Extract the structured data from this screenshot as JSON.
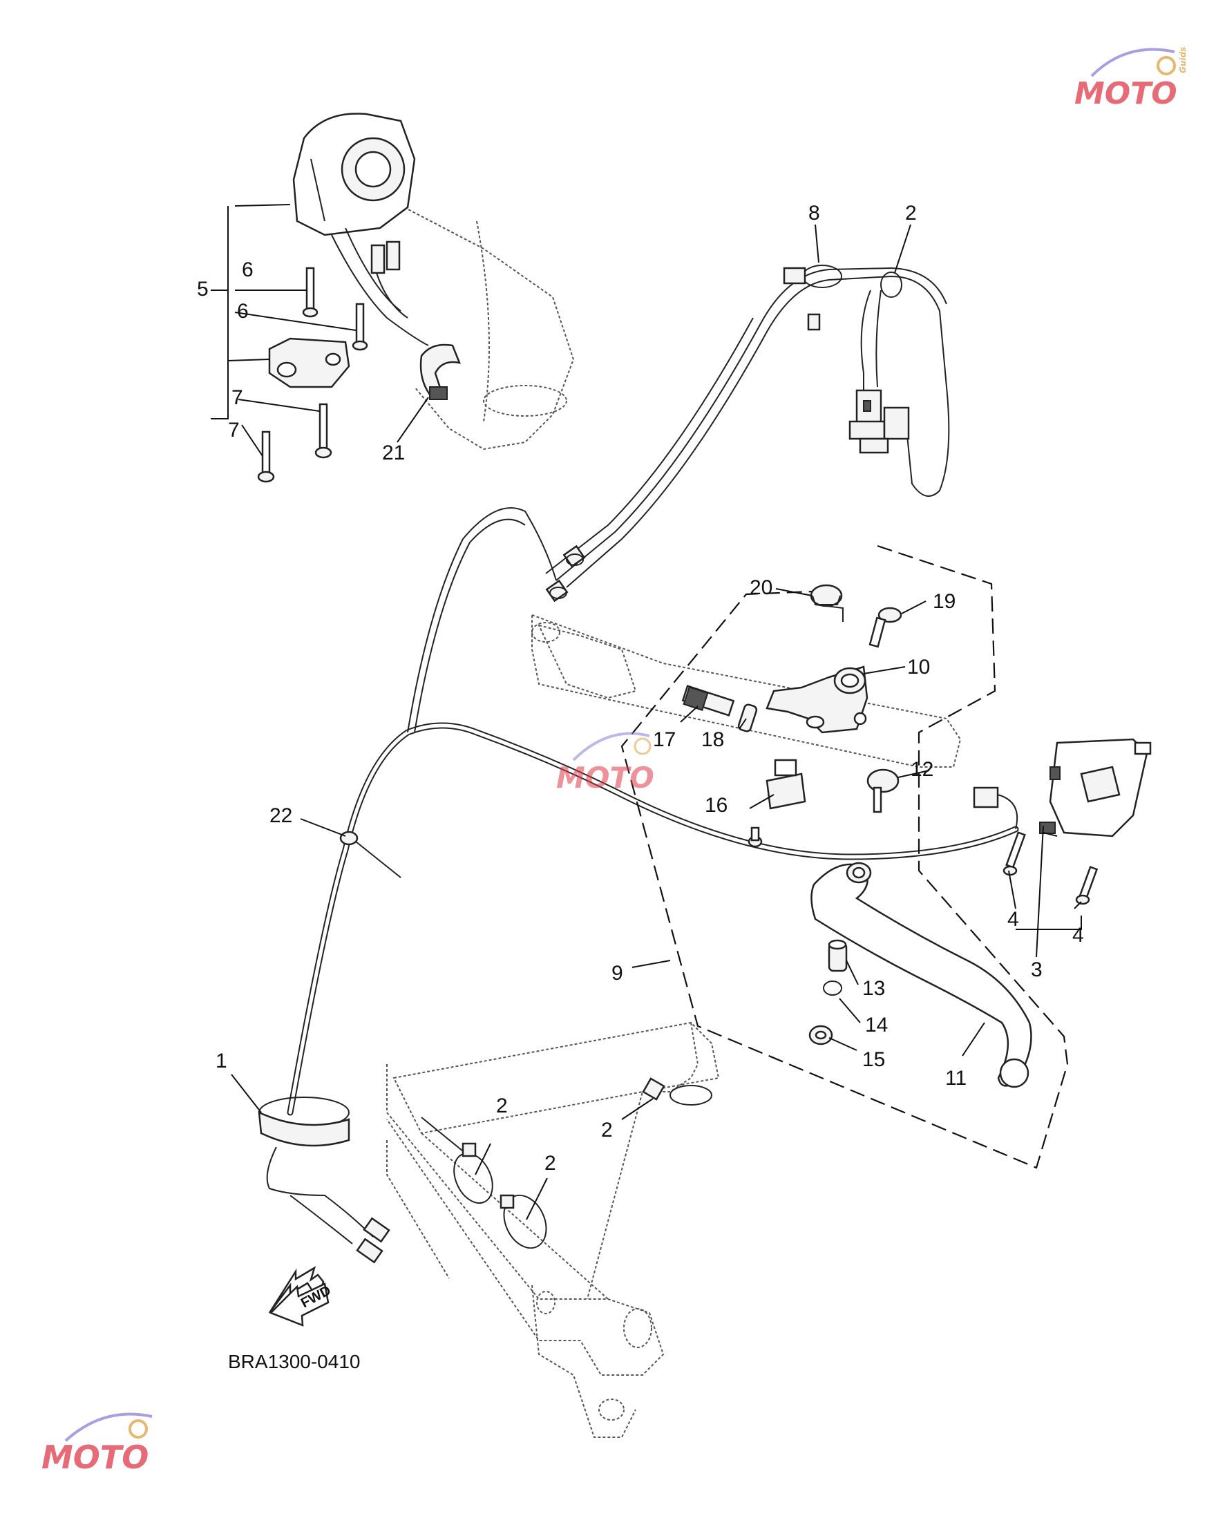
{
  "diagram_code": "BRA1300-0410",
  "fwd_label": "FWD",
  "watermark": {
    "text": "MOTO",
    "sub": "Guids",
    "color_main": "#e03a4a",
    "color_accent": "#8a7fd6"
  },
  "callouts": [
    {
      "id": "c1",
      "text": "1"
    },
    {
      "id": "c2a",
      "text": "2"
    },
    {
      "id": "c2b",
      "text": "2"
    },
    {
      "id": "c2c",
      "text": "2"
    },
    {
      "id": "c2d",
      "text": "2"
    },
    {
      "id": "c3",
      "text": "3"
    },
    {
      "id": "c4a",
      "text": "4"
    },
    {
      "id": "c4b",
      "text": "4"
    },
    {
      "id": "c5",
      "text": "5"
    },
    {
      "id": "c6a",
      "text": "6"
    },
    {
      "id": "c6b",
      "text": "6"
    },
    {
      "id": "c7a",
      "text": "7"
    },
    {
      "id": "c7b",
      "text": "7"
    },
    {
      "id": "c8",
      "text": "8"
    },
    {
      "id": "c9",
      "text": "9"
    },
    {
      "id": "c10",
      "text": "10"
    },
    {
      "id": "c11",
      "text": "11"
    },
    {
      "id": "c12",
      "text": "12"
    },
    {
      "id": "c13",
      "text": "13"
    },
    {
      "id": "c14",
      "text": "14"
    },
    {
      "id": "c15",
      "text": "15"
    },
    {
      "id": "c16",
      "text": "16"
    },
    {
      "id": "c17",
      "text": "17"
    },
    {
      "id": "c18",
      "text": "18"
    },
    {
      "id": "c19",
      "text": "19"
    },
    {
      "id": "c20",
      "text": "20"
    },
    {
      "id": "c21",
      "text": "21"
    },
    {
      "id": "c22",
      "text": "22"
    },
    {
      "id": "c2e",
      "text": "2"
    }
  ]
}
